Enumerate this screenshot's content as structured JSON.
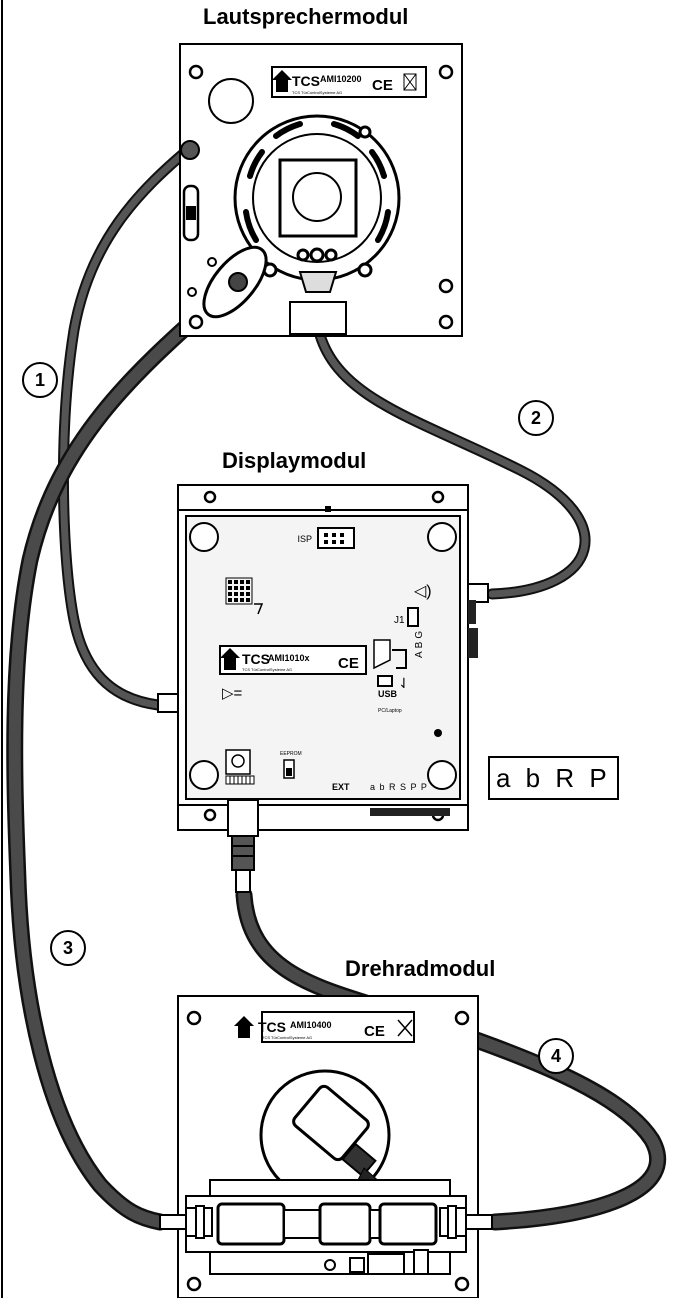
{
  "titles": {
    "speaker_module": "Lautsprechermodul",
    "display_module": "Displaymodul",
    "wheel_module": "Drehradmodul"
  },
  "labels": {
    "speaker_part": "AMI10200",
    "speaker_company": "TCS TürControlSysteme AG",
    "display_part": "AMI1010x",
    "display_company": "TCS TürControlSysteme AG",
    "wheel_part": "AMI10400",
    "wheel_company": "TCS TürControlSysteme AG",
    "logo_text": "TCS",
    "ce_mark": "CE",
    "isp": "ISP",
    "j1": "J1",
    "abg": "ABG",
    "usb": "USB",
    "usb_sub": "PC/Laptop",
    "eeprom": "EEPROM",
    "ext": "EXT",
    "terminal_row": "a b R S P P",
    "terminal_box": "a b R P"
  },
  "cables": [
    {
      "number": "1"
    },
    {
      "number": "2"
    },
    {
      "number": "3"
    },
    {
      "number": "4"
    }
  ],
  "colors": {
    "cable": "#4a4a4a",
    "cable_edge": "#111111",
    "line": "#000000",
    "board": "#e6e6e6"
  }
}
